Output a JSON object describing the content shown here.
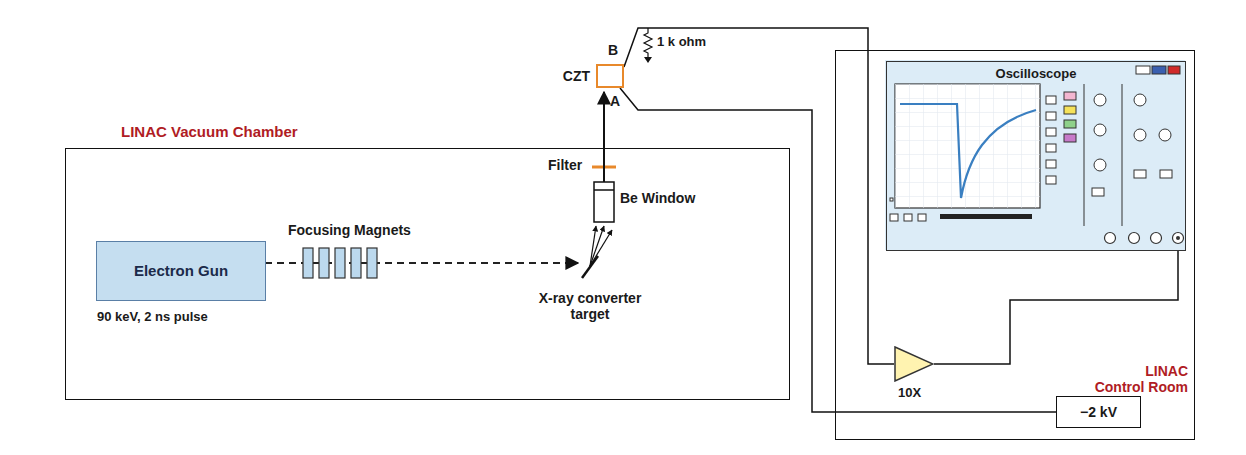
{
  "diagram": {
    "nodes": [
      {
        "text": [
          "LINAC Vacuum Chamber"
        ]
      },
      {
        "text": [
          "Electron Gun",
          "90 keV, 2 ns pulse"
        ],
        "in": 0
      },
      {
        "text": [
          "LINAC Control Room"
        ]
      },
      {
        "text": [
          "Oscilloscope"
        ],
        "in": 2
      },
      {
        "text": [
          "10X"
        ],
        "in": 2
      },
      {
        "text": [
          "−2 kV"
        ],
        "in": 2
      },
      {
        "text": [
          "CZT"
        ]
      }
    ],
    "edges": [
      {
        "from": 6,
        "to": 4,
        "arrow": "none"
      },
      {
        "from": 4,
        "to": 3,
        "arrow": "none"
      },
      {
        "from": 6,
        "to": 5,
        "arrow": "none"
      }
    ],
    "labels": [
      "Focusing Magnets",
      "X-ray converter target",
      "Be Window",
      "Filter",
      "B",
      "A",
      "1 k ohm"
    ]
  }
}
